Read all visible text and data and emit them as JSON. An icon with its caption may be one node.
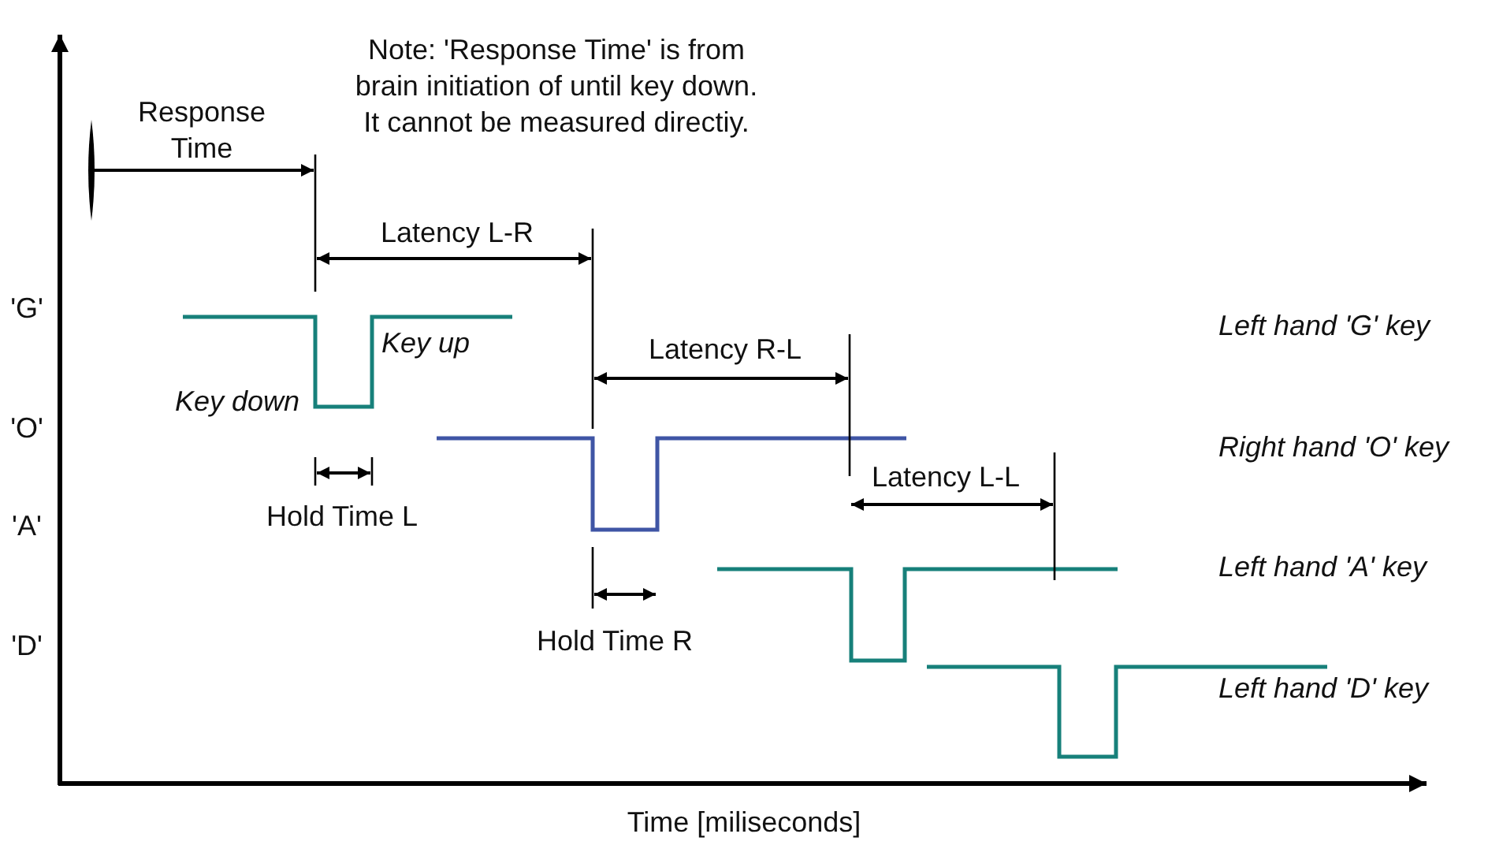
{
  "diagram": {
    "labels": [
      "Note: 'Response Time' is from brain initiation of until key down. It cannot be measured directiy.",
      "Response Time",
      "Latency L-R",
      "'G'",
      "Key up",
      "Left hand 'G' key",
      "Latency R-L",
      "Key down",
      "'O'",
      "Right hand 'O' key",
      "Latency L-L",
      "Hold Time L",
      "'A'",
      "Left hand 'A' key",
      "Hold Time R",
      "'D'",
      "Left hand 'D' key",
      "Time [miliseconds]"
    ]
  }
}
